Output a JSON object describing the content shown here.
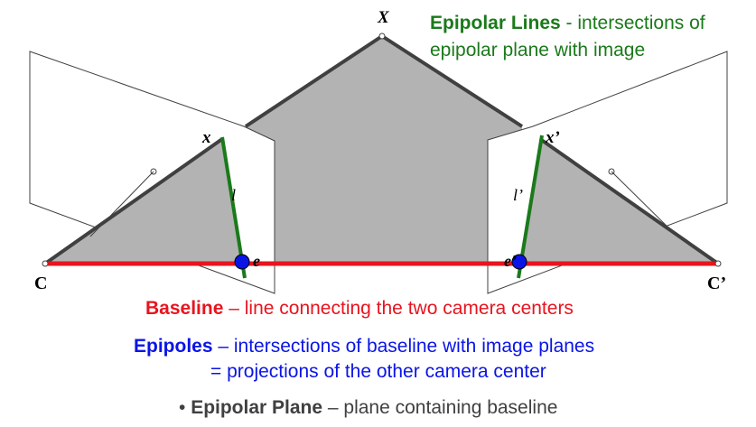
{
  "labels": {
    "X": "X",
    "x": "x",
    "x_prime": "x’",
    "l": "l",
    "l_prime": "l’",
    "e": "e",
    "e_prime": "e’",
    "C": "C",
    "C_prime": "C’"
  },
  "captions": {
    "epipolar_lines": {
      "heading": "Epipolar Lines",
      "line1": " - intersections of",
      "line2": "epipolar plane with image"
    },
    "baseline": {
      "heading": "Baseline",
      "text": " – line connecting the two camera centers"
    },
    "epipoles": {
      "heading": "Epipoles",
      "line1": " – intersections of baseline with image planes",
      "line2": "= projections of the other camera center"
    },
    "epipolar_plane": {
      "bullet": "• ",
      "heading": "Epipolar Plane",
      "text": " – plane containing baseline"
    }
  },
  "colors": {
    "epipolar_line": "#1a7a1a",
    "baseline": "#e8141e",
    "epipole": "#0a14e6",
    "plane_fill": "#b3b3b3",
    "edge": "#404040",
    "caption_gray": "#404040"
  }
}
